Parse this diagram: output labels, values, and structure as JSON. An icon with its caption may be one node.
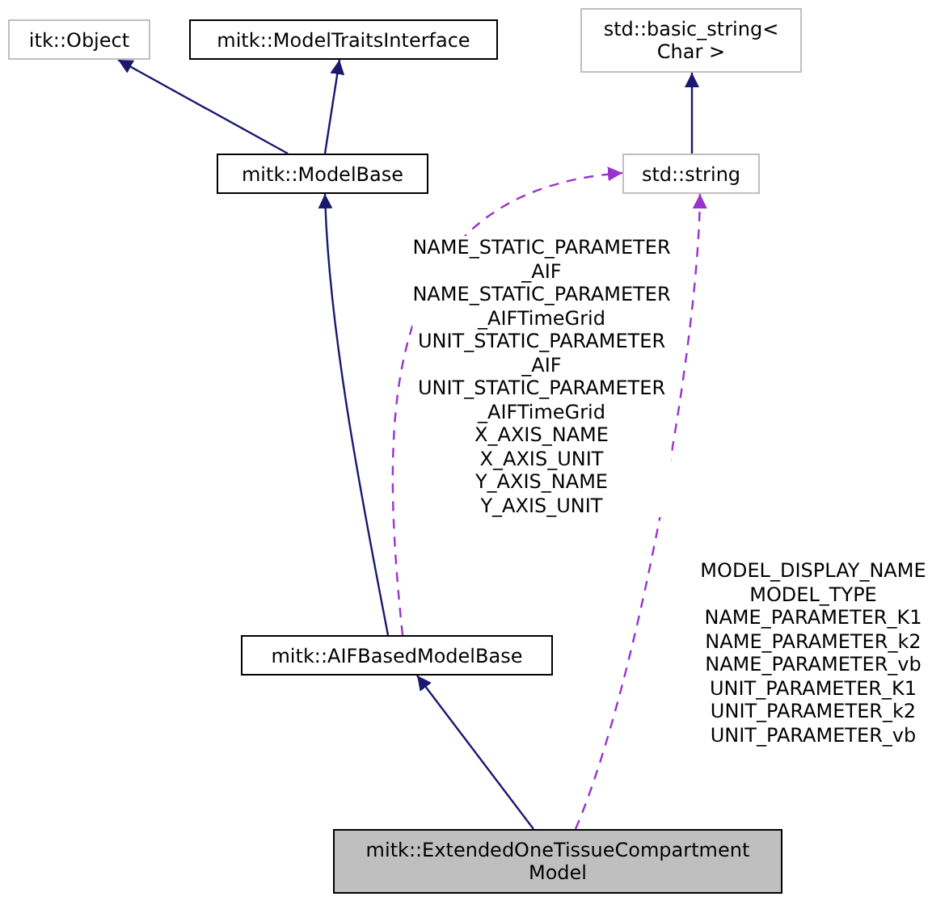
{
  "diagram": {
    "nodes": [
      {
        "text": [
          "itk::Object"
        ]
      },
      {
        "text": [
          "mitk::ModelTraitsInterface"
        ]
      },
      {
        "text": [
          "std::basic_string< Char >"
        ]
      },
      {
        "text": [
          "mitk::ModelBase"
        ]
      },
      {
        "text": [
          "std::string"
        ]
      },
      {
        "text": [
          "mitk::AIFBasedModelBase"
        ]
      },
      {
        "text": [
          "mitk::ExtendedOneTissueCompartment Model"
        ]
      }
    ],
    "edges": [
      {
        "from": 3,
        "to": 0,
        "arrow": "to"
      },
      {
        "from": 3,
        "to": 1,
        "arrow": "to"
      },
      {
        "from": 4,
        "to": 2,
        "arrow": "to"
      },
      {
        "from": 5,
        "to": 3,
        "arrow": "to"
      },
      {
        "from": 5,
        "to": 4,
        "arrow": "to",
        "style": "dashed",
        "color": "#9a32cd",
        "label": "NAME_STATIC_PARAMETER _AIF NAME_STATIC_PARAMETER _AIFTimeGrid UNIT_STATIC_PARAMETER _AIF UNIT_STATIC_PARAMETER _AIFTimeGrid X_AXIS_NAME X_AXIS_UNIT Y_AXIS_NAME Y_AXIS_UNIT"
      },
      {
        "from": 6,
        "to": 4,
        "arrow": "to",
        "style": "dashed",
        "color": "#9a32cd",
        "label": "MODEL_DISPLAY_NAME MODEL_TYPE NAME_PARAMETER_K1 NAME_PARAMETER_k2 NAME_PARAMETER_vb UNIT_PARAMETER_K1 UNIT_PARAMETER_k2 UNIT_PARAMETER_vb"
      },
      {
        "from": 6,
        "to": 5,
        "arrow": "to"
      }
    ]
  }
}
